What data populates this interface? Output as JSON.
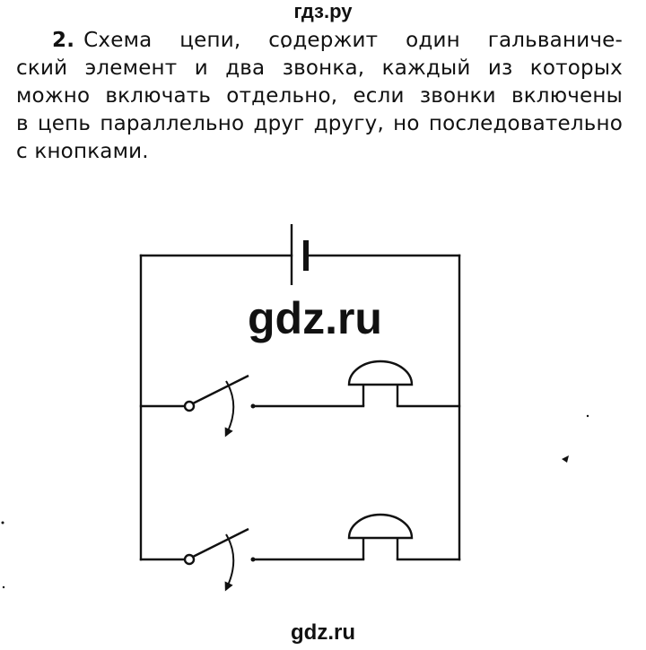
{
  "watermarks": {
    "top": "гдз.ру",
    "middle": "gdz.ru",
    "bottom": "gdz.ru"
  },
  "problem": {
    "number": "2.",
    "lines": [
      "Схема цепи, содержит один гальваниче-",
      "ский элемент и два звонка, каждый из которых",
      "можно включать отдельно, если звонки включены",
      "в цепь параллельно друг другу, но последовательно",
      "с кнопками."
    ]
  },
  "diagram": {
    "components": [
      "battery",
      "switch",
      "bell",
      "switch",
      "bell"
    ],
    "line_color": "#111111"
  }
}
